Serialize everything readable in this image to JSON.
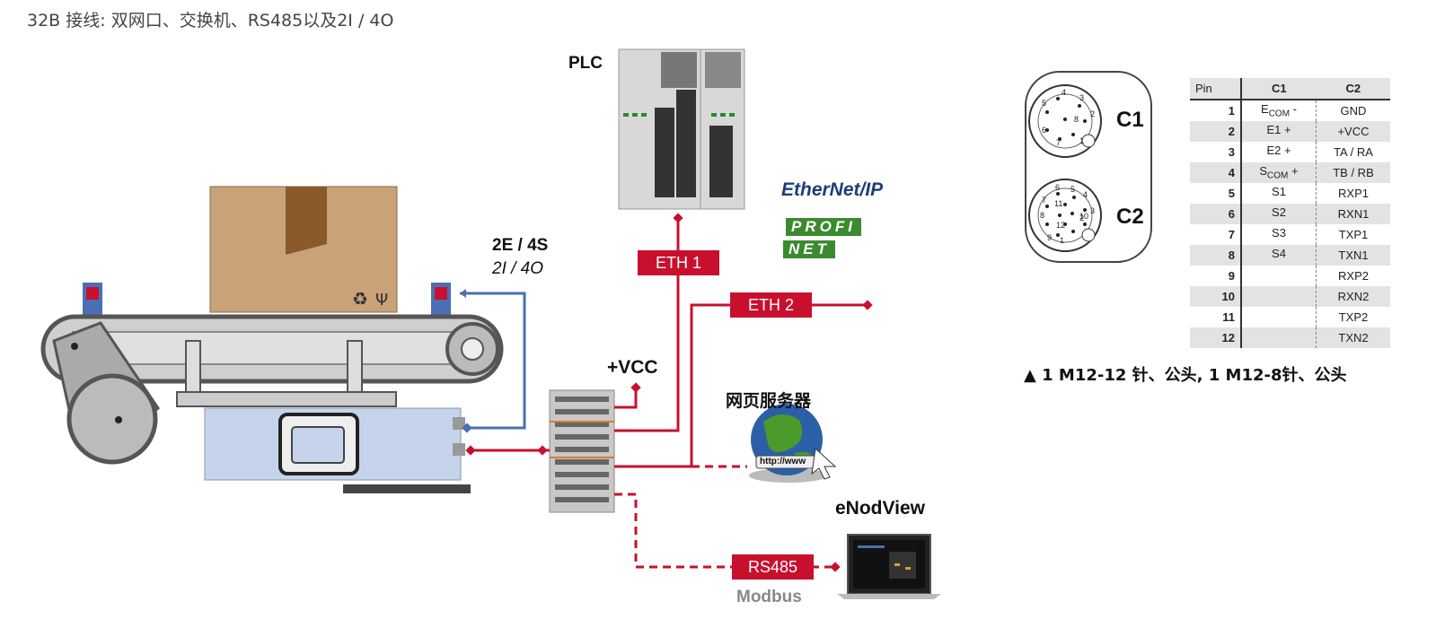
{
  "title": "32B 接线: 双网口、交换机、RS485以及2I / 4O",
  "labels": {
    "plc": "PLC",
    "io_main": "2E / 4S",
    "io_sub": "2I / 4O",
    "vcc": "+VCC",
    "webserver": "网页服务器",
    "enodview": "eNodView",
    "modbus": "Modbus",
    "eth1": "ETH 1",
    "eth2": "ETH 2",
    "rs485": "RS485",
    "ethernetip": "EtherNet/IP",
    "profi": "PROFI",
    "net": "NET",
    "c1": "C1",
    "c2": "C2",
    "url": "http://www"
  },
  "connector_c1_pins": [
    "1",
    "2",
    "3",
    "4",
    "5",
    "6",
    "7",
    "8"
  ],
  "connector_c2_pins": [
    "1",
    "2",
    "3",
    "4",
    "5",
    "6",
    "7",
    "8",
    "9",
    "10",
    "11",
    "12"
  ],
  "table": {
    "headers": [
      "Pin",
      "C1",
      "C2"
    ],
    "rows": [
      {
        "pin": "1",
        "c1_main": "E",
        "c1_sub": "COM",
        "c1_suffix": " -",
        "c2": "GND"
      },
      {
        "pin": "2",
        "c1_main": "E1 +",
        "c1_sub": "",
        "c1_suffix": "",
        "c2": "+VCC"
      },
      {
        "pin": "3",
        "c1_main": "E2 +",
        "c1_sub": "",
        "c1_suffix": "",
        "c2": "TA / RA"
      },
      {
        "pin": "4",
        "c1_main": "S",
        "c1_sub": "COM",
        "c1_suffix": " +",
        "c2": "TB / RB"
      },
      {
        "pin": "5",
        "c1_main": "S1",
        "c1_sub": "",
        "c1_suffix": "",
        "c2": "RXP1"
      },
      {
        "pin": "6",
        "c1_main": "S2",
        "c1_sub": "",
        "c1_suffix": "",
        "c2": "RXN1"
      },
      {
        "pin": "7",
        "c1_main": "S3",
        "c1_sub": "",
        "c1_suffix": "",
        "c2": "TXP1"
      },
      {
        "pin": "8",
        "c1_main": "S4",
        "c1_sub": "",
        "c1_suffix": "",
        "c2": "TXN1"
      },
      {
        "pin": "9",
        "c1_main": "",
        "c1_sub": "",
        "c1_suffix": "",
        "c2": "RXP2"
      },
      {
        "pin": "10",
        "c1_main": "",
        "c1_sub": "",
        "c1_suffix": "",
        "c2": "RXN2"
      },
      {
        "pin": "11",
        "c1_main": "",
        "c1_sub": "",
        "c1_suffix": "",
        "c2": "TXP2"
      },
      {
        "pin": "12",
        "c1_main": "",
        "c1_sub": "",
        "c1_suffix": "",
        "c2": "TXN2"
      }
    ]
  },
  "caption": "▲ 1 M12-12 针、公头, 1 M12-8针、公头",
  "colors": {
    "red": "#c8102e",
    "blue": "#4a6fb5",
    "profinet_green": "#3b8a2f",
    "ethernetip_blue": "#1f3d7a"
  }
}
